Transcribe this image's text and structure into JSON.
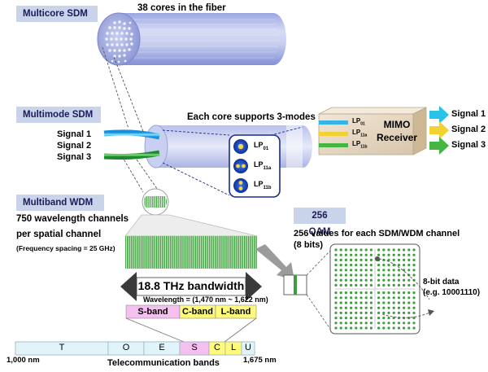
{
  "multicore": {
    "tag": "Multicore SDM",
    "cores_caption": "38 cores in the fiber"
  },
  "multimode": {
    "tag": "Multimode SDM",
    "signals_in": [
      "Signal 1",
      "Signal 2",
      "Signal 3"
    ],
    "modes_caption": "Each core supports 3-modes",
    "modes": [
      {
        "base": "LP",
        "sub": "01"
      },
      {
        "base": "LP",
        "sub": "11a"
      },
      {
        "base": "LP",
        "sub": "11b"
      }
    ],
    "receiver": {
      "line1": "MIMO",
      "line2": "Receiver"
    },
    "signals_out": [
      {
        "label": "Signal 1",
        "color": "#29c3ea"
      },
      {
        "label": "Signal 2",
        "color": "#f2d232"
      },
      {
        "label": "Signal 3",
        "color": "#44b644"
      }
    ]
  },
  "wdm": {
    "tag": "Multiband WDM",
    "line1": "750 wavelength channels",
    "line2": "per spatial channel",
    "note": "(Frequency spacing = 25 GHz)",
    "bandwidth": "18.8 THz bandwidth",
    "wavelength": "Wavelength = (1,470 nm ~ 1,622 nm)",
    "bands": [
      {
        "label": "S-band",
        "color": "#f5c0f0"
      },
      {
        "label": "C-band",
        "color": "#fffa7a"
      },
      {
        "label": "L-band",
        "color": "#fffa7a"
      }
    ]
  },
  "telecom": {
    "bands": [
      {
        "label": "T",
        "color": "#e0f4fa"
      },
      {
        "label": "O",
        "color": "#e0f4fa"
      },
      {
        "label": "E",
        "color": "#e0f4fa"
      },
      {
        "label": "S",
        "color": "#f5c0f0"
      },
      {
        "label": "C",
        "color": "#fffa7a"
      },
      {
        "label": "L",
        "color": "#fffa7a"
      },
      {
        "label": "U",
        "color": "#e0f4fa"
      }
    ],
    "start": "1,000 nm",
    "end": "1,675 nm",
    "caption": "Telecommunication bands"
  },
  "qam": {
    "tag": "256 QAM",
    "line1": "256 values for each SDM/WDM channel",
    "line2": "(8 bits)",
    "data_label": "8-bit data",
    "data_example": "(e.g. 10001110)"
  }
}
